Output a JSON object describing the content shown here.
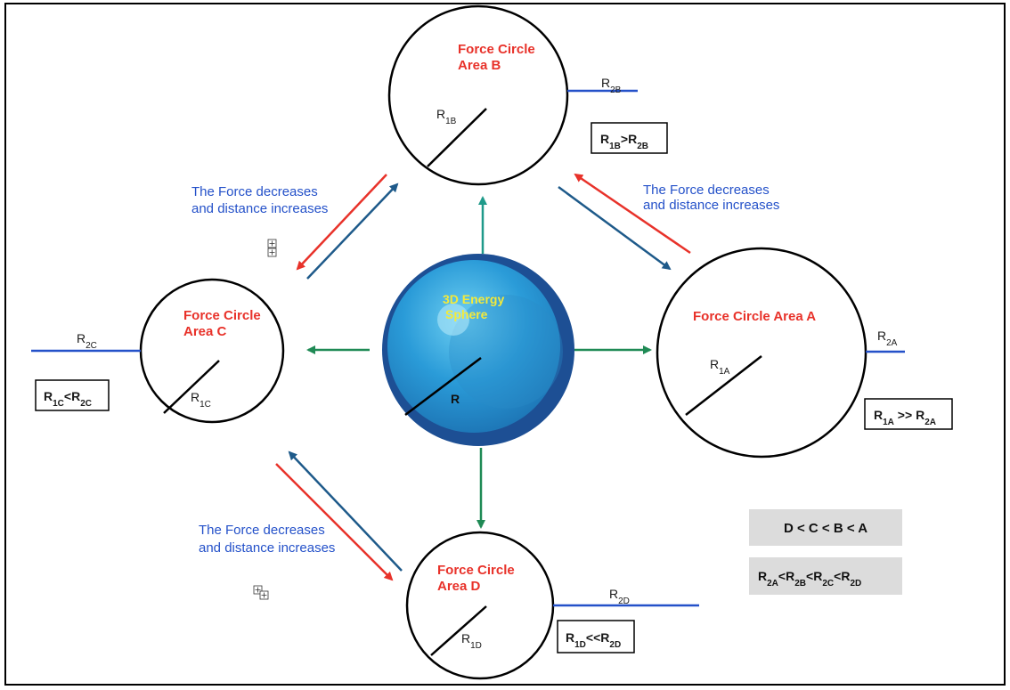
{
  "sphere": {
    "title_line1": "3D Energy",
    "title_line2": "Sphere",
    "radius_label": "R"
  },
  "circle_b": {
    "title_line1": "Force Circle",
    "title_line2": "Area B",
    "r1_main": "R",
    "r1_sub": "1B",
    "r2_main": "R",
    "r2_sub": "2B",
    "relation": {
      "a": "R",
      "a_sub": "1B",
      "op": ">",
      "b": "R",
      "b_sub": "2B"
    }
  },
  "circle_a": {
    "title": "Force Circle Area A",
    "r1_main": "R",
    "r1_sub": "1A",
    "r2_main": "R",
    "r2_sub": "2A",
    "relation": {
      "a": "R",
      "a_sub": "1A",
      "op": " >> ",
      "b": "R",
      "b_sub": "2A"
    }
  },
  "circle_c": {
    "title_line1": "Force Circle",
    "title_line2": "Area C",
    "r1_main": "R",
    "r1_sub": "1C",
    "r2_main": "R",
    "r2_sub": "2C",
    "relation": {
      "a": "R",
      "a_sub": "1C",
      "op": "<",
      "b": "R",
      "b_sub": "2C"
    }
  },
  "circle_d": {
    "title_line1": "Force Circle",
    "title_line2": "Area D",
    "r1_main": "R",
    "r1_sub": "1D",
    "r2_main": "R",
    "r2_sub": "2D",
    "relation": {
      "a": "R",
      "a_sub": "1D",
      "op": "<<",
      "b": "R",
      "b_sub": "2D"
    }
  },
  "notes": {
    "line1": "The Force decreases",
    "line2": "and distance increases"
  },
  "legend": {
    "order": "D < C < B < A",
    "radii": [
      {
        "main": "R",
        "sub": "2A",
        "op": "<"
      },
      {
        "main": "R",
        "sub": "2B",
        "op": "<"
      },
      {
        "main": "R",
        "sub": "2C",
        "op": "<"
      },
      {
        "main": "R",
        "sub": "2D",
        "op": ""
      }
    ]
  },
  "colors": {
    "red": "#e8322a",
    "blue": "#2451c9",
    "green": "#1f8a55",
    "teal": "#1f9a8a",
    "sphere_outer": "#1d4f94",
    "sphere_inner": "#2a93d1",
    "legend_bg": "#dcdcdc"
  }
}
